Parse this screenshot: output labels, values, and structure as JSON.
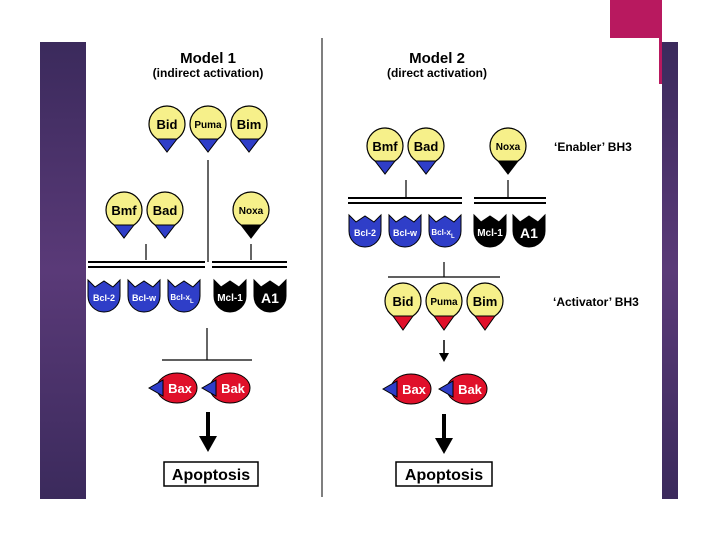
{
  "model1": {
    "title": "Model 1",
    "subtitle": "(indirect activation)",
    "sensitizers_top": [
      "Bid",
      "Puma",
      "Bim"
    ],
    "sensitizers_mid": [
      "Bmf",
      "Bad"
    ],
    "noxa": "Noxa",
    "antiapoptotic_blue": [
      "Bcl-2",
      "Bcl-w",
      "Bcl-x"
    ],
    "antiapoptotic_black": [
      "Mcl-1",
      "A1"
    ],
    "effectors": [
      "Bax",
      "Bak"
    ],
    "outcome": "Apoptosis"
  },
  "model2": {
    "title": "Model 2",
    "subtitle": "(direct activation)",
    "enablers": [
      "Bmf",
      "Bad"
    ],
    "noxa": "Noxa",
    "antiapoptotic_blue": [
      "Bcl-2",
      "Bcl-w",
      "Bcl-x"
    ],
    "antiapoptotic_black": [
      "Mcl-1",
      "A1"
    ],
    "activators": [
      "Bid",
      "Puma",
      "Bim"
    ],
    "effectors": [
      "Bax",
      "Bak"
    ],
    "outcome": "Apoptosis"
  },
  "labels": {
    "enabler": "‘Enabler’ BH3",
    "activator": "‘Activator’ BH3",
    "subscript": "L"
  },
  "colors": {
    "band": "#4a3268",
    "accent": "#b8195f",
    "yellow": "#f6f08a",
    "blue": "#2f3ec8",
    "red": "#e0102a",
    "black": "#000000"
  }
}
